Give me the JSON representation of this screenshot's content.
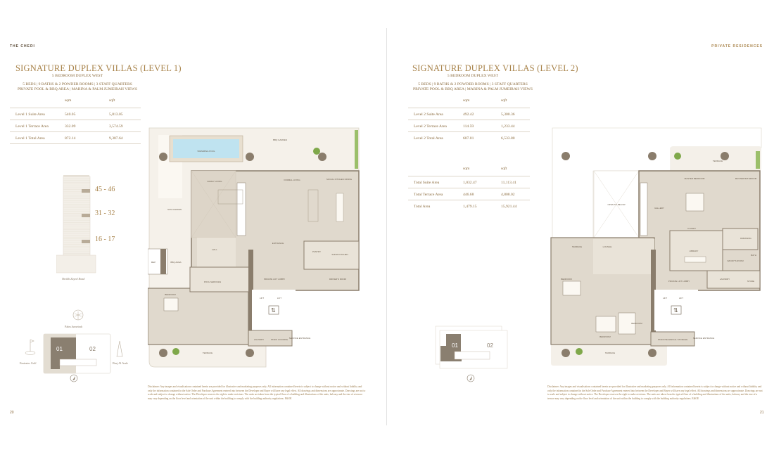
{
  "left_page": {
    "brand": "THE CHEDI",
    "title": "SIGNATURE DUPLEX VILLAS (LEVEL 1)",
    "subtitle": "5 BEDROOM DUPLEX WEST",
    "features_line1": "5 BEDS | 9 BATHS & 2 POWDER ROOMS | 3 STAFF QUARTERS",
    "features_line2": "PRIVATE POOL & BBQ AREA | MARINA & PALM JUMEIRAH VIEWS",
    "table": {
      "headers": [
        "sqm",
        "sqft"
      ],
      "rows": [
        {
          "label": "Level 1 Suite Area",
          "sqm": "540.05",
          "sqft": "5,813.05"
        },
        {
          "label": "Level 1 Terrace Area",
          "sqm": "332.09",
          "sqft": "3,574.59"
        },
        {
          "label": "Level 1 Total Area",
          "sqm": "872.14",
          "sqft": "9,387.64"
        }
      ]
    },
    "tower": {
      "floors": [
        "45 - 46",
        "31 - 32",
        "16 - 17"
      ],
      "road_label": "Sheikh Zayed Road"
    },
    "location_map": {
      "north_label": "Palm Jumeirah",
      "west_label": "Emirates Golf",
      "east_label": "Burj Al Arab",
      "unit_1": "01",
      "unit_2": "02",
      "highlighted_unit": "01"
    },
    "plan_labels": {
      "pool": "SWIMMING POOL",
      "bbq_garden": "BBQ GARDEN",
      "sun_garden": "SUN GARDEN",
      "family_living": "FAMILY LIVING",
      "formal_living": "FORMAL LIVING",
      "social_kitchen": "SOCIAL KITCHEN DINING",
      "entrance": "ENTRANCE",
      "show_kitchen": "SHOW KITCHEN",
      "pantry": "PANTRY",
      "drivers_room": "DRIVER'S ROOM",
      "private_lift_lobby": "PRIVATE LIFT LOBBY",
      "lift_1": "LIFT",
      "lift_2": "LIFT",
      "bedroom": "BEDROOM",
      "pool_services": "POOL SERVICES",
      "bbq_area": "BBQ AREA",
      "mep": "MEP",
      "laundry": "LAUNDRY",
      "staff_cooking": "STAFF COOKING",
      "service_entrance": "SERVICE ENTRANCE",
      "terrace": "TERRACE",
      "gallery": "HALL"
    },
    "disclaimer": "Disclaimer: Any images and visualisations contained herein are provided for illustrative and marketing purposes only. All information contained herein is subject to change without notice and without liability and only the information contained in the Sale Order and Purchase Agreement entered into between the Developer and Buyer will have any legal effect. All drawings and dimensions are approximate. Drawings are not to scale and subject to change without notice. The Developer reserves the right to make revisions. The units are taken from the typical floor of a building and illustrations of the units, balcony and the size of a terrace may vary depending on the floor level and orientation of the unit within the building to comply with the building authority regulations. E&OE",
    "page_number": "20"
  },
  "right_page": {
    "brand": "PRIVATE RESIDENCES",
    "title": "SIGNATURE DUPLEX VILLAS (LEVEL 2)",
    "subtitle": "5 BEDROOM DUPLEX WEST",
    "features_line1": "5 BEDS | 9 BATHS & 2 POWDER ROOMS | 3 STAFF QUARTERS",
    "features_line2": "PRIVATE POOL & BBQ AREA | MARINA & PALM JUMEIRAH VIEWS",
    "table": {
      "headers": [
        "sqm",
        "sqft"
      ],
      "rows": [
        {
          "label": "Level 2 Suite Area",
          "sqm": "492.42",
          "sqft": "5,300.36"
        },
        {
          "label": "Level 2 Terrace Area",
          "sqm": "114.59",
          "sqft": "1,233.44"
        },
        {
          "label": "Level 2 Total Area",
          "sqm": "607.01",
          "sqft": "6,533.80"
        }
      ]
    },
    "totals_table": {
      "headers": [
        "sqm",
        "sqft"
      ],
      "rows": [
        {
          "label": "Total Suite Area",
          "sqm": "1,032.47",
          "sqft": "11,113.41"
        },
        {
          "label": "Total Terrace Area",
          "sqm": "446.68",
          "sqft": "4,808.02"
        },
        {
          "label": "Total Area",
          "sqm": "1,479.15",
          "sqft": "15,921.44"
        }
      ]
    },
    "key_plan": {
      "unit_1": "01",
      "unit_2": "02",
      "highlighted_unit": "01"
    },
    "plan_labels": {
      "open_to_below": "OPEN TO BELOW",
      "master_bedroom": "MASTER BEDROOM",
      "master_bathroom": "MASTER BATHROOM",
      "closet": "CLOSET",
      "dressing": "DRESSING",
      "library": "LIBRARY",
      "lounge": "LOUNGE",
      "terrace_top": "TERRACE",
      "terrace_left": "TERRACE",
      "terrace_bottom": "TERRACE",
      "bedroom_1": "BEDROOM",
      "bedroom_2": "BEDROOM",
      "bedroom_3": "BEDROOM",
      "private_lift_lobby": "PRIVATE LIFT LOBBY",
      "lift_1": "LIFT",
      "lift_2": "LIFT",
      "laundry": "LAUNDRY",
      "store": "STORE",
      "nannys_room": "NANNY'S ROOM",
      "bath": "BATH",
      "staff_storage": "STAFF/TECHNICAL STORAGE",
      "service_entrance": "SERVICE ENTRANCE",
      "gallery": "GALLERY"
    },
    "disclaimer": "Disclaimer: Any images and visualisations contained herein are provided for illustrative and marketing purposes only. All information contained herein is subject to change without notice and without liability and only the information contained in the Sale Order and Purchase Agreement entered into between the Developer and Buyer will have any legal effect. All drawings and dimensions are approximate. Drawings are not to scale and subject to change without notice. The Developer reserves the right to make revisions. The units are taken from the typical floor of a building and illustrations of the units, balcony and the size of a terrace may vary depending on the floor level and orientation of the unit within the building to comply with the building authority regulations. E&OE",
    "page_number": "21"
  },
  "colors": {
    "gold": "#a8834a",
    "interior": "#e0d9cd",
    "terrace": "#f4f0e9",
    "wall": "#8a7d6c",
    "pool": "#bfe3f0",
    "highlight_unit": "#8a7f70"
  }
}
